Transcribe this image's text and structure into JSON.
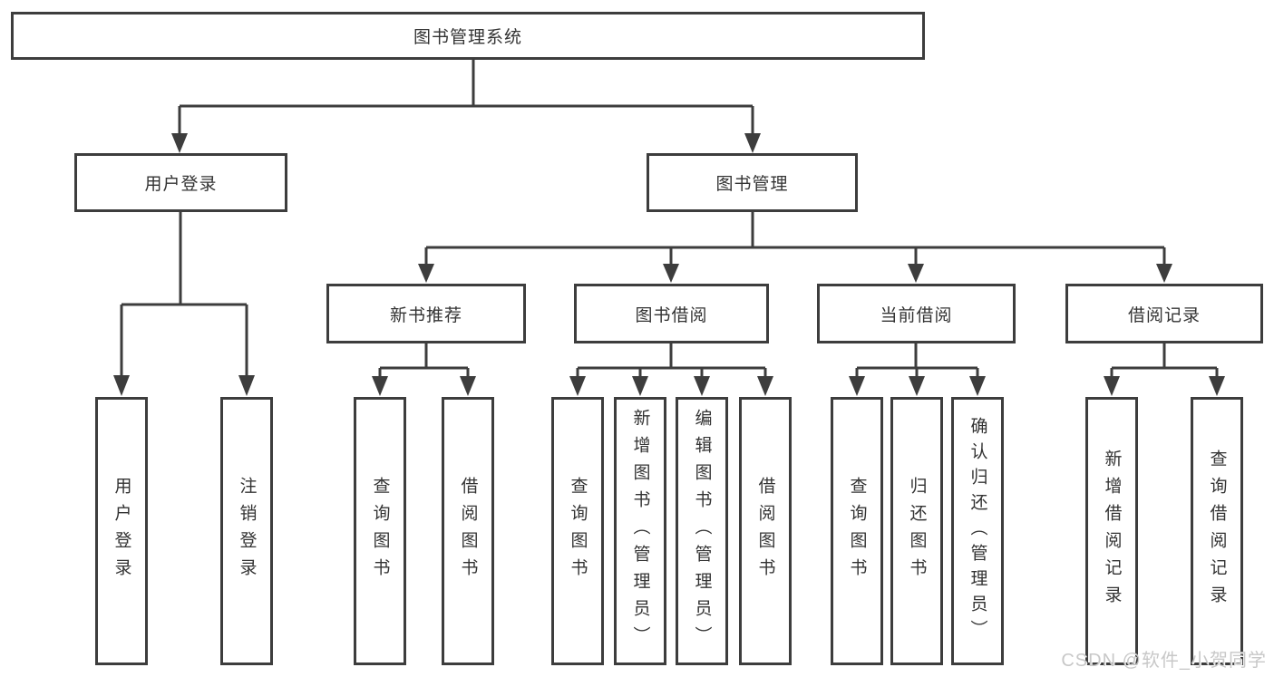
{
  "tree": {
    "label": "图书管理系统",
    "children": [
      {
        "label": "用户登录",
        "children": [
          {
            "label": "用户登录"
          },
          {
            "label": "注销登录"
          }
        ]
      },
      {
        "label": "图书管理",
        "children": [
          {
            "label": "新书推荐",
            "children": [
              {
                "label": "查询图书"
              },
              {
                "label": "借阅图书"
              }
            ]
          },
          {
            "label": "图书借阅",
            "children": [
              {
                "label": "查询图书"
              },
              {
                "label": "新增图书（管理员）"
              },
              {
                "label": "编辑图书（管理员）"
              },
              {
                "label": "借阅图书"
              }
            ]
          },
          {
            "label": "当前借阅",
            "children": [
              {
                "label": "查询图书"
              },
              {
                "label": "归还图书"
              },
              {
                "label": "确认归还（管理员）"
              }
            ]
          },
          {
            "label": "借阅记录",
            "children": [
              {
                "label": "新增借阅记录"
              },
              {
                "label": "查询借阅记录"
              }
            ]
          }
        ]
      }
    ]
  },
  "watermark": {
    "text": "CSDN @软件_小贺同学"
  },
  "colors": {
    "line": "#3d3d3d",
    "text": "#333333",
    "watermark": "#c8c8c8",
    "background": "#ffffff"
  }
}
